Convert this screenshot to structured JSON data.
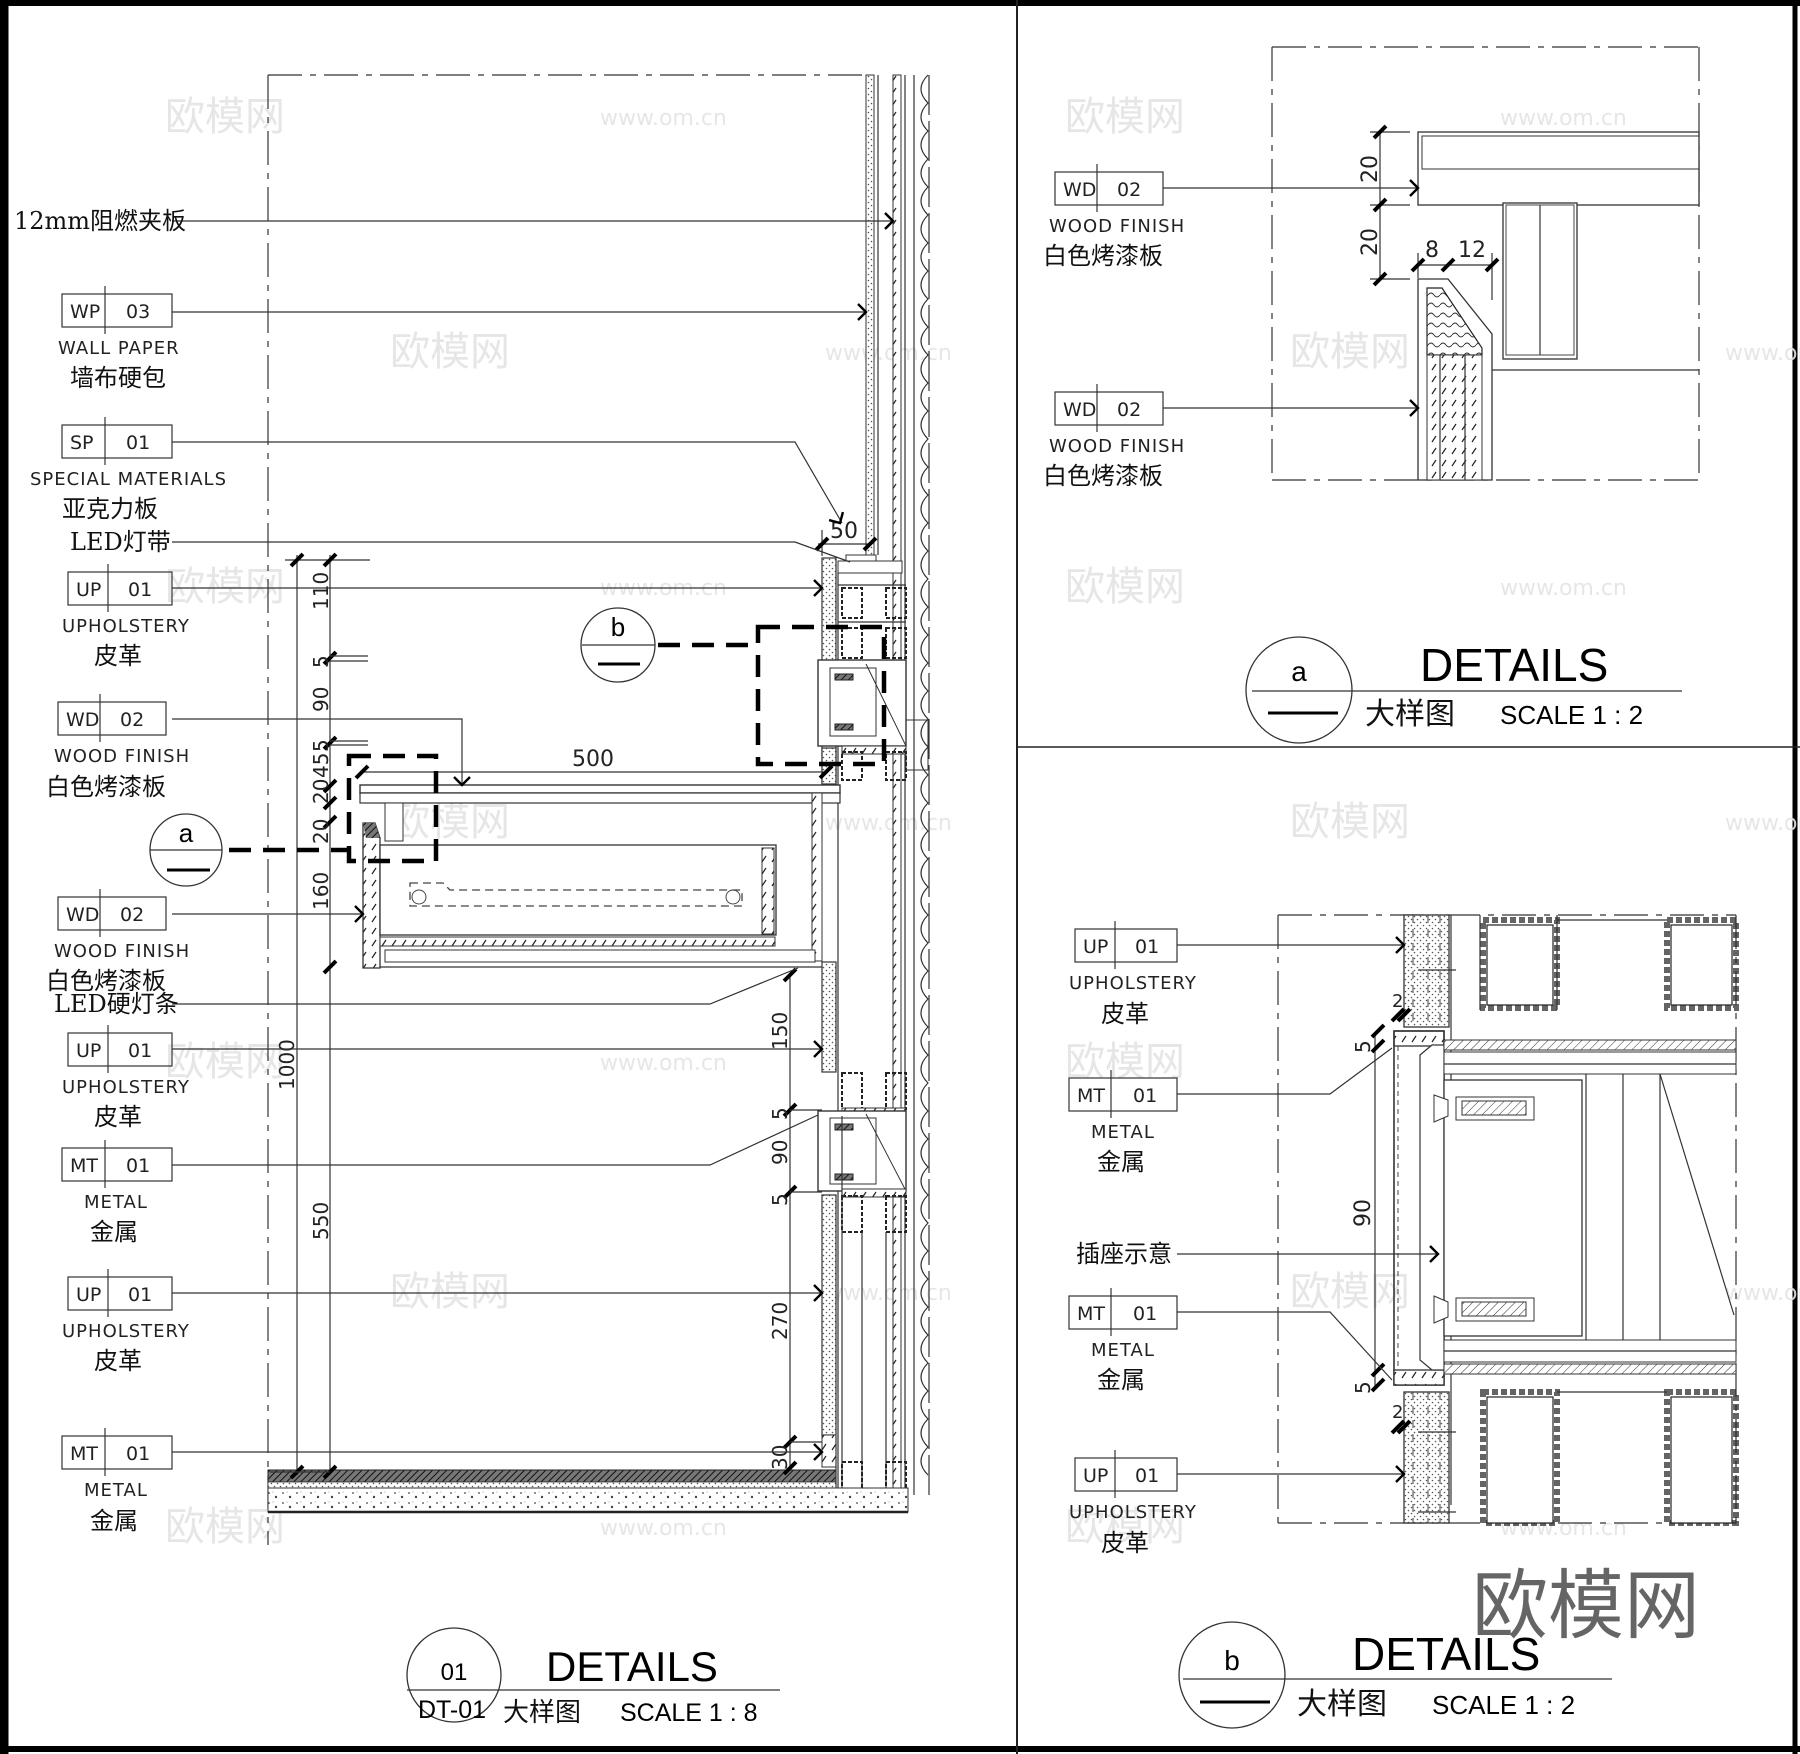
{
  "sheet": {
    "watermark_text": "欧模网",
    "watermark_url": "www.om.cn"
  },
  "detail_main": {
    "number": "01",
    "sheet_ref": "DT-01",
    "title": "DETAILS",
    "subtitle_cn": "大样图",
    "scale": "SCALE 1 : 8",
    "notes": [
      {
        "text": "12mm阻燃夹板"
      },
      {
        "code": "WP",
        "num": "03",
        "en": "WALL PAPER",
        "cn": "墙布硬包"
      },
      {
        "code": "SP",
        "num": "01",
        "en": "SPECIAL MATERIALS",
        "cn": "亚克力板"
      },
      {
        "text": "LED灯带"
      },
      {
        "code": "UP",
        "num": "01",
        "en": "UPHOLSTERY",
        "cn": "皮革"
      },
      {
        "code": "WD",
        "num": "02",
        "en": "WOOD FINISH",
        "cn": "白色烤漆板"
      },
      {
        "code": "WD",
        "num": "02",
        "en": "WOOD FINISH",
        "cn": "白色烤漆板"
      },
      {
        "text": "LED硬灯条"
      },
      {
        "code": "UP",
        "num": "01",
        "en": "UPHOLSTERY",
        "cn": "皮革"
      },
      {
        "code": "MT",
        "num": "01",
        "en": "METAL",
        "cn": "金属"
      },
      {
        "code": "UP",
        "num": "01",
        "en": "UPHOLSTERY",
        "cn": "皮革"
      },
      {
        "code": "MT",
        "num": "01",
        "en": "METAL",
        "cn": "金属"
      }
    ],
    "dims_left": [
      "110",
      "5",
      "90",
      "5",
      "45",
      "20",
      "20",
      "160",
      "1000",
      "550"
    ],
    "dims_right": [
      "150",
      "5",
      "90",
      "5",
      "270",
      "30"
    ],
    "dim_top": "50",
    "dim_width": "500",
    "callout_a": "a",
    "callout_b": "b"
  },
  "detail_a": {
    "label": "a",
    "title": "DETAILS",
    "subtitle_cn": "大样图",
    "scale": "SCALE 1 : 2",
    "notes": [
      {
        "code": "WD",
        "num": "02",
        "en": "WOOD FINISH",
        "cn": "白色烤漆板"
      },
      {
        "code": "WD",
        "num": "02",
        "en": "WOOD FINISH",
        "cn": "白色烤漆板"
      }
    ],
    "dims": [
      "20",
      "20",
      "8",
      "12"
    ]
  },
  "detail_b": {
    "label": "b",
    "title": "DETAILS",
    "subtitle_cn": "大样图",
    "scale": "SCALE 1 : 2",
    "notes": [
      {
        "code": "UP",
        "num": "01",
        "en": "UPHOLSTERY",
        "cn": "皮革"
      },
      {
        "code": "MT",
        "num": "01",
        "en": "METAL",
        "cn": "金属"
      },
      {
        "text": "插座示意"
      },
      {
        "code": "MT",
        "num": "01",
        "en": "METAL",
        "cn": "金属"
      },
      {
        "code": "UP",
        "num": "01",
        "en": "UPHOLSTERY",
        "cn": "皮革"
      }
    ],
    "dims": [
      "5",
      "90",
      "5",
      "2",
      "2"
    ]
  }
}
